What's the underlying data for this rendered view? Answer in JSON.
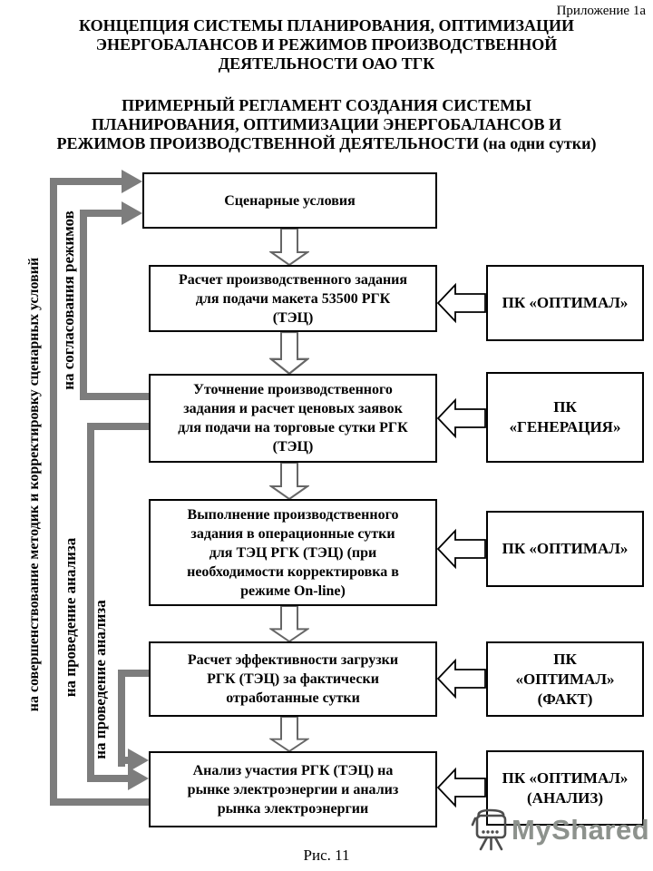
{
  "page": {
    "annex": "Приложение 1а",
    "caption": "Рис. 11",
    "watermark": "MyShared"
  },
  "titles": {
    "main": "КОНЦЕПЦИЯ СИСТЕМЫ ПЛАНИРОВАНИЯ, ОПТИМИЗАЦИИ\nЭНЕРГОБАЛАНСОВ И РЕЖИМОВ ПРОИЗВОДСТВЕННОЙ\nДЕЯТЕЛЬНОСТИ ОАО ТГК",
    "sub": "ПРИМЕРНЫЙ РЕГЛАМЕНТ СОЗДАНИЯ СИСТЕМЫ\nПЛАНИРОВАНИЯ, ОПТИМИЗАЦИИ ЭНЕРГОБАЛАНСОВ И\nРЕЖИМОВ ПРОИЗВОДСТВЕННОЙ ДЕЯТЕЛЬНОСТИ (на одни сутки)"
  },
  "flow": {
    "boxes": [
      {
        "id": "scenario",
        "text": "Сценарные условия"
      },
      {
        "id": "calc-task",
        "text": "Расчет производственного задания\nдля подачи макета 53500 РГК\n(ТЭЦ)"
      },
      {
        "id": "refine-task",
        "text": "Уточнение производственного\nзадания и расчет ценовых заявок\nдля подачи на торговые сутки РГК\n(ТЭЦ)"
      },
      {
        "id": "execute-task",
        "text": "Выполнение производственного\nзадания в операционные сутки\nдля ТЭЦ РГК (ТЭЦ) (при\nнеобходимости корректировка в\nрежиме On-line)"
      },
      {
        "id": "calc-efficiency",
        "text": "Расчет эффективности загрузки\nРГК (ТЭЦ) за фактически\nотработанные сутки"
      },
      {
        "id": "analysis",
        "text": "Анализ участия РГК (ТЭЦ) на\nрынке электроэнергии и анализ\nрынка электроэнергии"
      }
    ]
  },
  "pk": {
    "boxes": [
      {
        "id": "pk-optimal-1",
        "text": "ПК «ОПТИМАЛ»"
      },
      {
        "id": "pk-generation",
        "text": "ПК\n«ГЕНЕРАЦИЯ»"
      },
      {
        "id": "pk-optimal-2",
        "text": "ПК «ОПТИМАЛ»"
      },
      {
        "id": "pk-optimal-fact",
        "text": "ПК\n«ОПТИМАЛ»\n(ФАКТ)"
      },
      {
        "id": "pk-optimal-analysis",
        "text": "ПК «ОПТИМАЛ»\n(АНАЛИЗ)"
      }
    ]
  },
  "feedback": {
    "labels": [
      {
        "text": "на совершенствование методик и корректировку сценарных условий"
      },
      {
        "text": "на согласования режимов"
      },
      {
        "text": "на проведение анализа"
      },
      {
        "text": "на проведение анализа"
      }
    ]
  },
  "colors": {
    "box_border": "#000000",
    "flow_arrow_outline": "#666666",
    "feedback_gray": "#7d7d7d",
    "watermark_text": "#8d928d",
    "watermark_icon": "#4d4d4d"
  }
}
